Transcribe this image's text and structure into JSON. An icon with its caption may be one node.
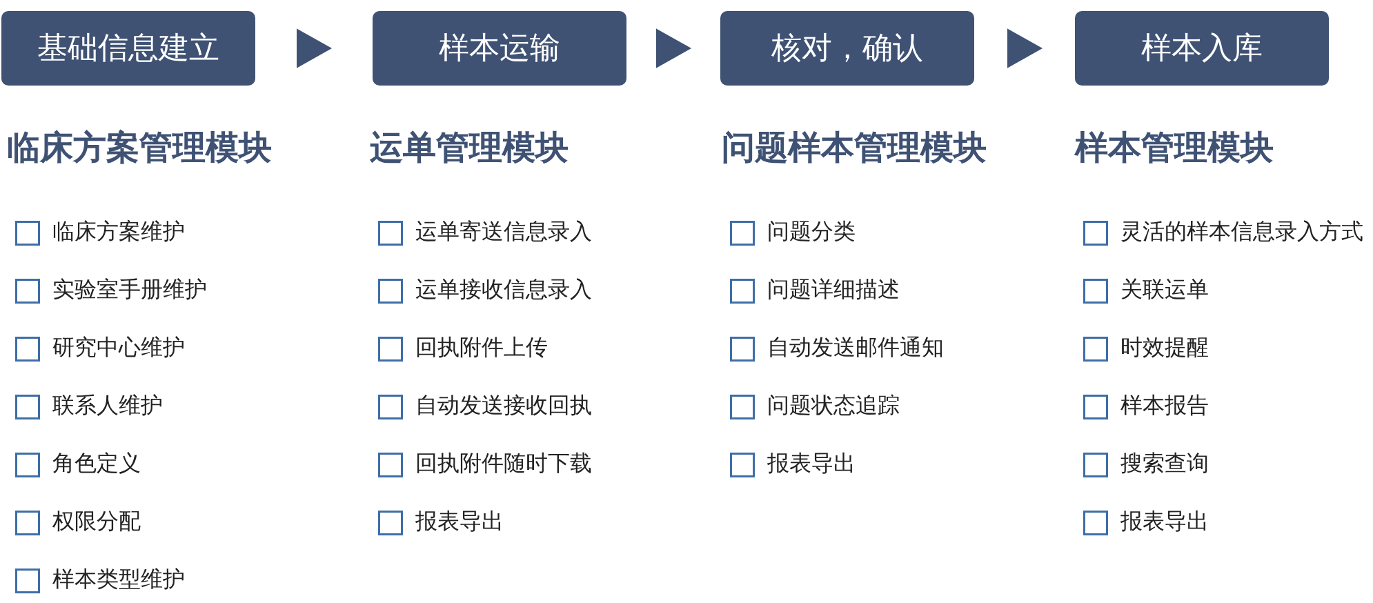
{
  "diagram": {
    "nodes": [
      {
        "text": [
          "基础信息建立"
        ]
      },
      {
        "text": [
          "样本运输"
        ]
      },
      {
        "text": [
          "核对，确认"
        ]
      },
      {
        "text": [
          "样本入库"
        ]
      }
    ],
    "edges": [
      {
        "from": 0,
        "to": 1,
        "arrow": "to"
      },
      {
        "from": 1,
        "to": 2,
        "arrow": "to"
      },
      {
        "from": 2,
        "to": 3,
        "arrow": "to"
      }
    ],
    "labels": [
      "临床方案管理模块",
      "临床方案维护",
      "实验室手册维护",
      "研究中心维护",
      "联系人维护",
      "角色定义",
      "权限分配",
      "样本类型维护",
      "运单管理模块",
      "运单寄送信息录入",
      "运单接收信息录入",
      "回执附件上传",
      "自动发送接收回执",
      "回执附件随时下载",
      "报表导出",
      "问题样本管理模块",
      "问题分类",
      "问题详细描述",
      "自动发送邮件通知",
      "问题状态追踪",
      "报表导出",
      "样本管理模块",
      "灵活的样本信息录入方式",
      "关联运单",
      "时效提醒",
      "样本报告",
      "搜索查询",
      "报表导出"
    ]
  }
}
